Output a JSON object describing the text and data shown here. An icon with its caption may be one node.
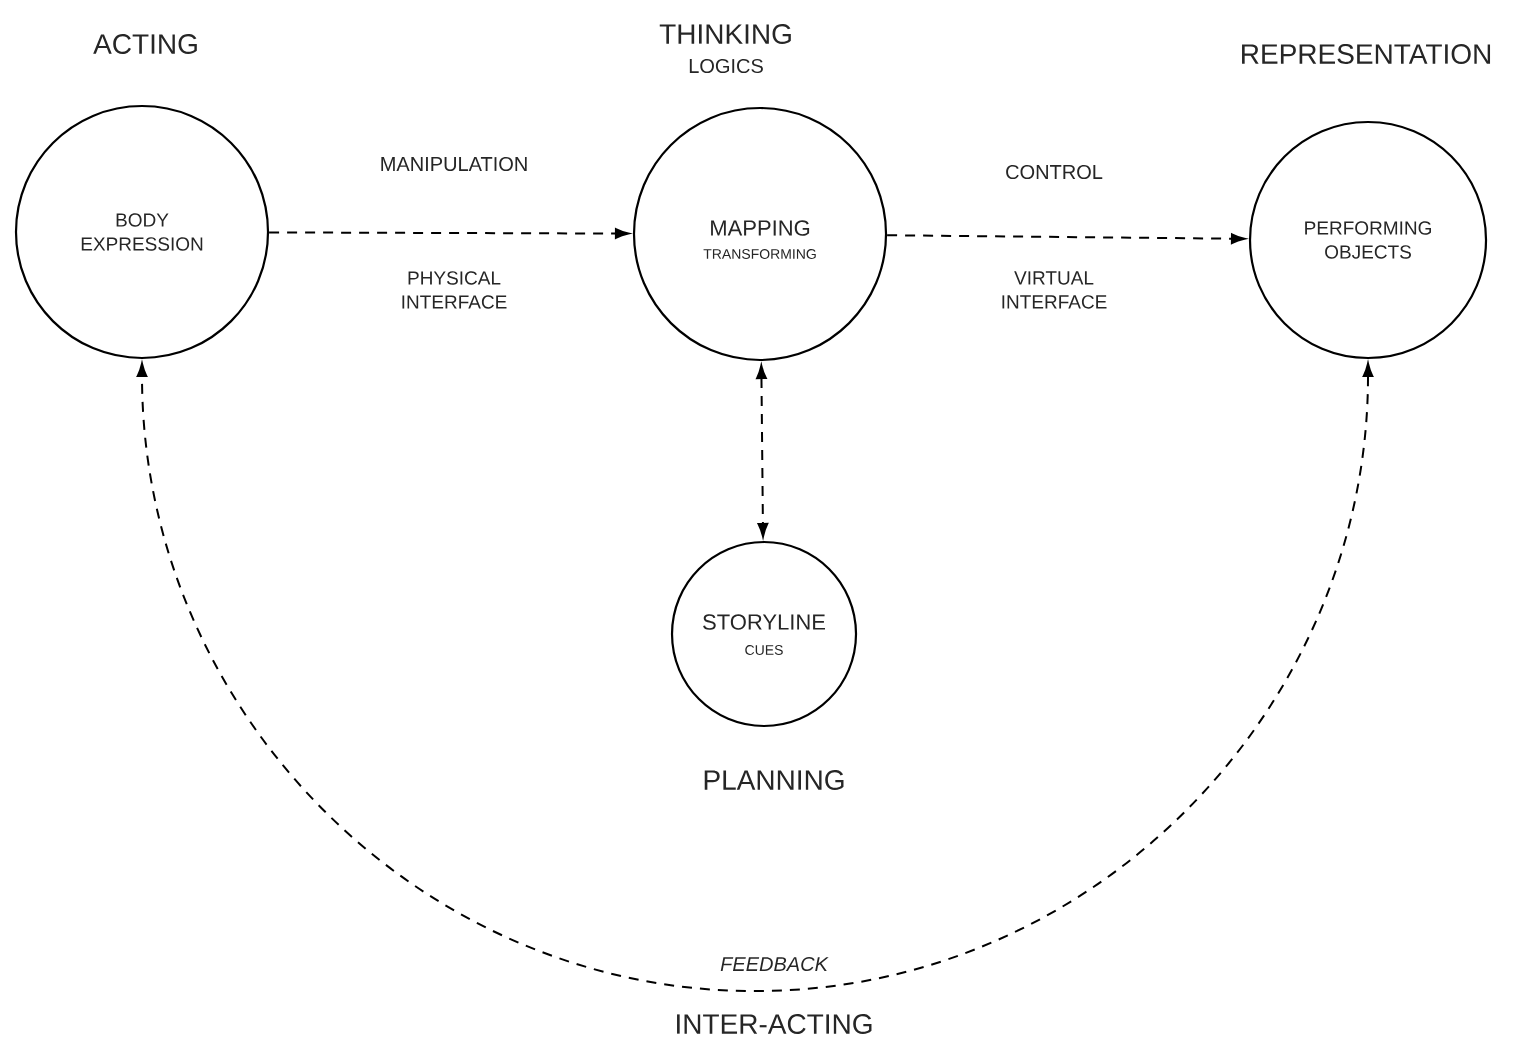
{
  "diagram": {
    "nodes": [
      {
        "text": [
          "ACTING",
          "BODY EXPRESSION"
        ]
      },
      {
        "text": [
          "THINKING",
          "LOGICS",
          "MAPPING",
          "TRANSFORMING"
        ]
      },
      {
        "text": [
          "REPRESENTATION",
          "PERFORMING OBJECTS"
        ]
      },
      {
        "text": [
          "STORYLINE",
          "CUES",
          "PLANNING"
        ]
      }
    ],
    "edges": [
      {
        "from": 0,
        "to": 1,
        "arrow": "to",
        "label": "MANIPULATION",
        "style": "dashed"
      },
      {
        "from": 1,
        "to": 2,
        "arrow": "to",
        "label": "CONTROL",
        "style": "dashed"
      },
      {
        "from": 1,
        "to": 3,
        "arrow": "both",
        "style": "dashed"
      },
      {
        "from": 2,
        "to": 0,
        "arrow": "both",
        "label": "FEEDBACK",
        "style": "dashed"
      }
    ],
    "labels": [
      "PHYSICAL INTERFACE",
      "VIRTUAL INTERFACE",
      "INTER-ACTING"
    ]
  }
}
